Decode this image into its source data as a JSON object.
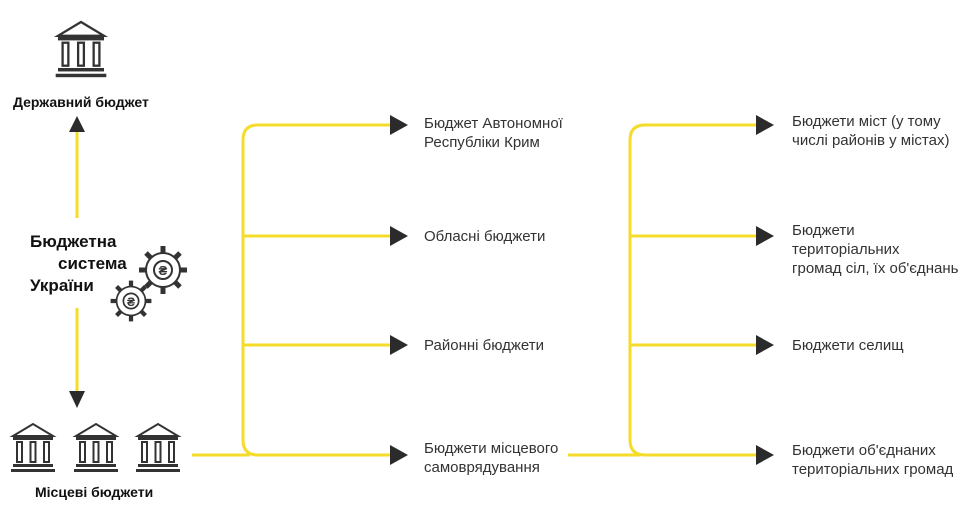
{
  "colors": {
    "line": "#f5dc2a",
    "arrow": "#2b2b2b",
    "icon": "#333333",
    "text": "#333333"
  },
  "icons": {
    "state": "bank-building-icon",
    "local": "bank-building-icon",
    "gears": "hryvnia-gears-icon"
  },
  "state_budget_label": "Державний бюджет",
  "system_label": [
    "Бюджетна",
    "система",
    "України"
  ],
  "local_budgets_label": "Місцеві бюджети",
  "col1": [
    {
      "line1": "Бюджет Автономної",
      "line2": "Республіки Крим"
    },
    {
      "line1": "Обласні бюджети",
      "line2": ""
    },
    {
      "line1": "Районні бюджети",
      "line2": ""
    },
    {
      "line1": "Бюджети місцевого",
      "line2": "самоврядування"
    }
  ],
  "col2": [
    {
      "line1": "Бюджети міст (у тому",
      "line2": "числі районів у містах)"
    },
    {
      "line1": "Бюджети територіальних",
      "line2": "громад сіл, їх об'єднань"
    },
    {
      "line1": "Бюджети селищ",
      "line2": ""
    },
    {
      "line1": "Бюджети об'єднаних",
      "line2": "територіальних громад"
    }
  ]
}
